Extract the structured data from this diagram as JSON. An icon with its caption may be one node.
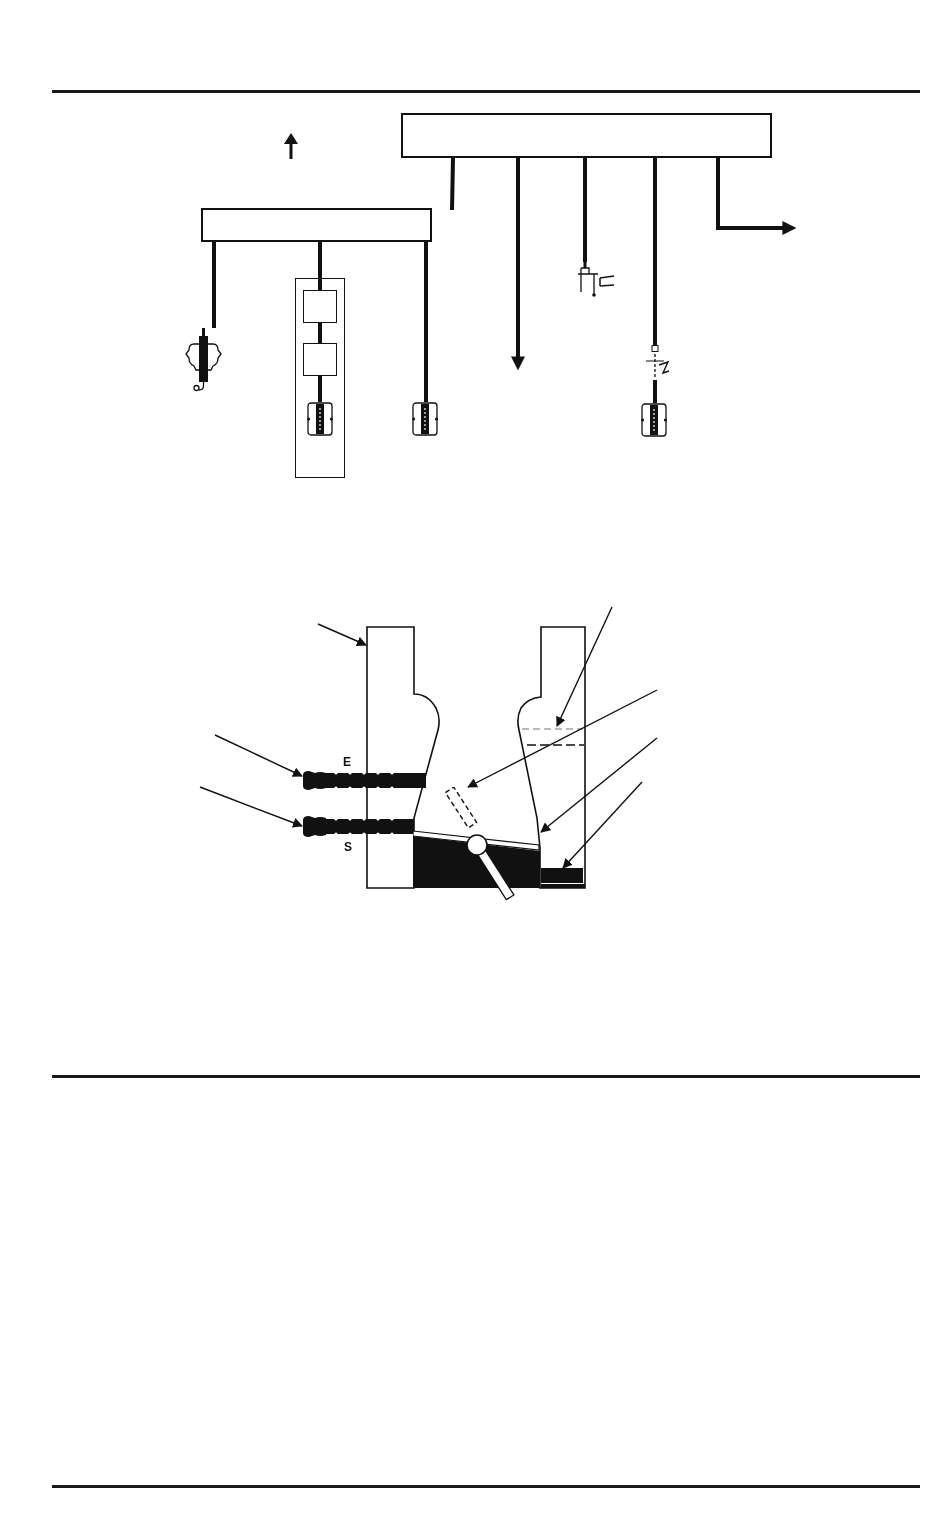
{
  "diagram": {
    "nodes": [
      {
        "text": [],
        "shape": "box"
      },
      {
        "text": [],
        "shape": "box"
      },
      {
        "text": [],
        "shape": "picture"
      },
      {
        "text": [],
        "shape": "box"
      },
      {
        "text": [],
        "shape": "box",
        "in": 3
      },
      {
        "text": [],
        "shape": "box",
        "in": 3
      },
      {
        "text": [],
        "shape": "picture",
        "in": 3
      },
      {
        "text": [],
        "shape": "picture"
      },
      {
        "text": [],
        "shape": "picture"
      },
      {
        "text": [],
        "shape": "picture"
      },
      {
        "text": [],
        "shape": "picture"
      },
      {
        "text": [],
        "shape": "picture"
      },
      {
        "text": [],
        "shape": "bar"
      },
      {
        "text": [],
        "shape": "bar"
      },
      {
        "text": [],
        "shape": "picture"
      },
      {
        "text": [],
        "shape": "bar"
      },
      {
        "text": [],
        "shape": "picture"
      },
      {
        "text": [],
        "shape": "bar"
      }
    ],
    "edges": [
      {
        "from": 1,
        "to": 2,
        "arrow": "none"
      },
      {
        "from": 1,
        "to": 4,
        "arrow": "none"
      },
      {
        "from": 4,
        "to": 5,
        "arrow": "none"
      },
      {
        "from": 5,
        "to": 6,
        "arrow": "none"
      },
      {
        "from": 1,
        "to": 7,
        "arrow": "none"
      },
      {
        "from": 0,
        "to": null,
        "arrow": "none"
      },
      {
        "from": 0,
        "to": null,
        "arrow": "to"
      },
      {
        "from": 0,
        "to": 8,
        "arrow": "none"
      },
      {
        "from": 0,
        "to": 9,
        "arrow": "none"
      },
      {
        "from": 9,
        "to": 10,
        "arrow": "none"
      },
      {
        "from": 0,
        "to": null,
        "arrow": "to"
      },
      {
        "from": null,
        "to": 11,
        "arrow": "to"
      },
      {
        "from": null,
        "to": 12,
        "arrow": "to"
      },
      {
        "from": null,
        "to": 13,
        "arrow": "to"
      },
      {
        "from": null,
        "to": 14,
        "arrow": "to"
      },
      {
        "from": null,
        "to": 15,
        "arrow": "to"
      },
      {
        "from": null,
        "to": 16,
        "arrow": "to"
      },
      {
        "from": null,
        "to": 17,
        "arrow": "to"
      }
    ],
    "labels": [
      "E",
      "S"
    ]
  }
}
